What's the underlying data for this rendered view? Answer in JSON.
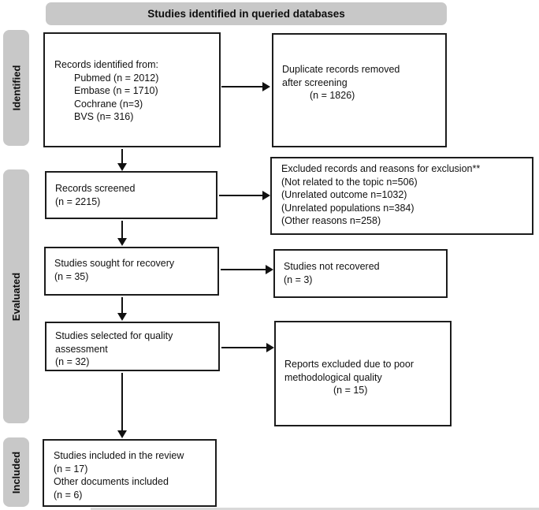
{
  "title_banner": "Studies identified in queried databases",
  "stage_labels": {
    "identified": "Identified",
    "evaluated": "Evaluated",
    "included": "Included"
  },
  "boxes": {
    "records_identified": {
      "title": "Records identified from:",
      "items": [
        "Pubmed (n = 2012)",
        "Embase (n = 1710)",
        "Cochrane (n=3)",
        "BVS (n= 316)"
      ]
    },
    "duplicates_removed": {
      "lines": [
        "Duplicate records removed",
        "after screening"
      ],
      "count": "(n = 1826)"
    },
    "records_screened": {
      "lines": [
        "Records screened",
        "(n = 2215)"
      ]
    },
    "excluded_records": {
      "lines": [
        "Excluded records and reasons for exclusion**",
        "(Not related to the topic n=506)",
        "(Unrelated outcome n=1032)",
        "(Unrelated populations n=384)",
        "(Other reasons n=258)"
      ]
    },
    "sought_recovery": {
      "lines": [
        "Studies sought for recovery",
        "(n = 35)"
      ]
    },
    "not_recovered": {
      "lines": [
        "Studies not recovered",
        "(n = 3)"
      ]
    },
    "quality_assessment": {
      "lines": [
        "Studies selected for quality",
        "assessment",
        "(n = 32)"
      ]
    },
    "reports_excluded": {
      "lines": [
        "Reports excluded due to poor",
        "methodological quality"
      ],
      "count": "(n = 15)"
    },
    "included_review": {
      "lines": [
        "Studies included in the review",
        "(n = 17)",
        "Other documents included",
        "(n = 6)"
      ]
    }
  },
  "colors": {
    "banner_gray": "#c8c8c8",
    "box_border": "#1c1c1c",
    "text": "#111111",
    "background": "#ffffff"
  }
}
